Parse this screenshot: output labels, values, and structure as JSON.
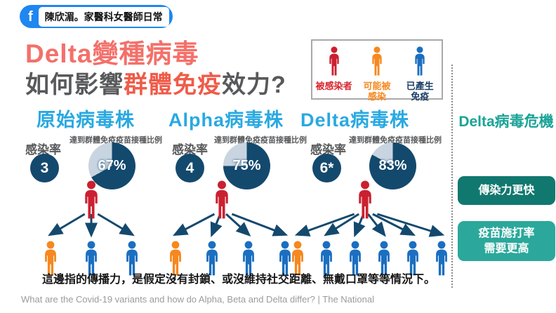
{
  "badge": {
    "icon": "facebook-icon",
    "icon_glyph": "f",
    "label": "陳欣湄。家醫科女醫師日常"
  },
  "title": {
    "line1": "Delta變種病毒",
    "line2_prefix": "如何影響",
    "line2_highlight": "群體免疫",
    "line2_suffix": "效力?"
  },
  "legend": {
    "items": [
      {
        "person": "red",
        "line1": "被感染者",
        "line2": "",
        "text_color": "#d7282f"
      },
      {
        "person": "orange",
        "line1": "可能被",
        "line2": "感染",
        "text_color": "#f6881f"
      },
      {
        "person": "blue",
        "line1": "已產生",
        "line2": "免疫",
        "text_color": "#1b3f66"
      }
    ]
  },
  "shared": {
    "rate_label": "感染率",
    "herd_label": "達到群體免疫疫苗接種比例"
  },
  "chart_data": {
    "type": "pie",
    "title": "Delta變種病毒如何影響群體免疫效力?",
    "legend_entries": [
      "被感染者",
      "可能被感染",
      "已產生免疫"
    ],
    "variants": [
      {
        "name": "原始病毒株",
        "infection_rate_display": "3",
        "infection_rate_value": 3,
        "herd_immunity_pct": 67,
        "herd_immunity_display": "67%",
        "transmission": {
          "source": "red",
          "targets": [
            "orange",
            "blue",
            "blue"
          ]
        }
      },
      {
        "name": "Alpha病毒株",
        "infection_rate_display": "4",
        "infection_rate_value": 4,
        "herd_immunity_pct": 75,
        "herd_immunity_display": "75%",
        "transmission": {
          "source": "red",
          "targets": [
            "orange",
            "blue",
            "blue",
            "blue"
          ]
        }
      },
      {
        "name": "Delta病毒株",
        "infection_rate_display": "6*",
        "infection_rate_value": 6,
        "herd_immunity_pct": 83,
        "herd_immunity_display": "83%",
        "transmission": {
          "source": "red",
          "targets": [
            "orange",
            "blue",
            "blue",
            "blue",
            "blue",
            "blue"
          ]
        }
      }
    ]
  },
  "sidebar": {
    "title": "Delta病毒危機",
    "buttons": [
      {
        "lines": [
          "傳染力更快"
        ],
        "color": "#11786f"
      },
      {
        "lines": [
          "疫苗施打率",
          "需要更高"
        ],
        "color": "#2ba89b"
      }
    ]
  },
  "footnote": "這邊指的傳播力，是假定沒有封鎖、或沒維持社交距離、無戴口罩等等情況下。",
  "caption": "What are the Covid-19 variants and how do Alpha, Beta and Delta differ? |  The National",
  "colors": {
    "navy": "#14496e",
    "pie_rest": "#c8d5e0",
    "person": {
      "red": "#cb2030",
      "orange": "#f6881f",
      "blue": "#1b6fc0"
    },
    "fb_blue": "#1e87f0",
    "teal_title": "#1aa397",
    "column_title_blue": "#29a9e1",
    "title_salmon": "#f4706a",
    "title_highlight": "#ef5b49"
  }
}
